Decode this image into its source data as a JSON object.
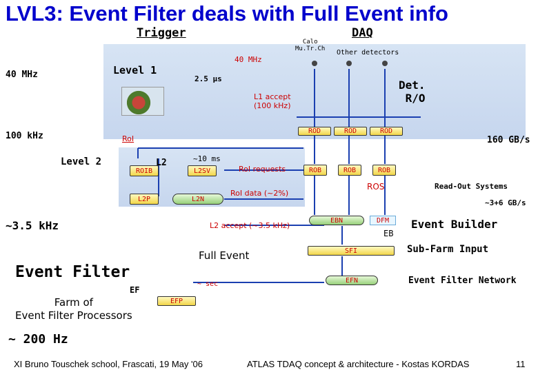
{
  "title": "LVL3: Event Filter deals with Full Event info",
  "headers": {
    "trigger": "Trigger",
    "daq": "DAQ"
  },
  "labels": {
    "rate_40mhz_top": "40 MHz",
    "calo_mutrch": "Calo\nMu.Tr.Ch",
    "other_detectors": "Other detectors",
    "rate_40mhz_left": "40 MHz",
    "level1": "Level 1",
    "latency_25us": "2.5 μs",
    "det_ro": "Det.\nR/O",
    "l1_accept": "L1 accept\n(100 kHz)",
    "rate_100khz": "100 kHz",
    "roi": "RoI",
    "rate_160gbs": "160 GB/s",
    "level2": "Level 2",
    "l2": "L2",
    "latency_10ms": "~10 ms",
    "roi_requests": "RoI requests",
    "ros": "ROS",
    "readout_systems": "Read-Out Systems",
    "rate_3_6gbs": "~3+6 GB/s",
    "roi_data": "RoI data (~2%)",
    "rate_35khz": "~3.5 kHz",
    "l2_accept": "L2 accept (~3.5 kHz)",
    "eb": "EB",
    "event_builder": "Event Builder",
    "sub_farm_input": "Sub-Farm Input",
    "full_event": "Full Event",
    "event_filter": "Event Filter",
    "ef": "EF",
    "latency_sec": "~ sec",
    "event_filter_network": "Event Filter Network",
    "farm_of_efp": "Farm of\nEvent Filter Processors",
    "rate_200hz": "~ 200 Hz"
  },
  "boxes": {
    "rod1": "ROD",
    "rod2": "ROD",
    "rod3": "ROD",
    "rob1": "ROB",
    "rob2": "ROB",
    "rob3": "ROB",
    "roib": "ROIB",
    "l2sv": "L2SV",
    "l2p": "L2P",
    "l2n": "L2N",
    "ebn": "EBN",
    "dfm": "DFM",
    "sfi": "SFI",
    "efn": "EFN",
    "efp": "EFP"
  },
  "footer": {
    "left": "XI Bruno Touschek school, Frascati, 19 May '06",
    "center": "ATLAS TDAQ concept & architecture - Kostas KORDAS",
    "page": "11"
  },
  "colors": {
    "title": "#0000cc",
    "band": "#d7e4f4",
    "box_text": "#cc0000",
    "arrow": "#1a3fb0"
  }
}
